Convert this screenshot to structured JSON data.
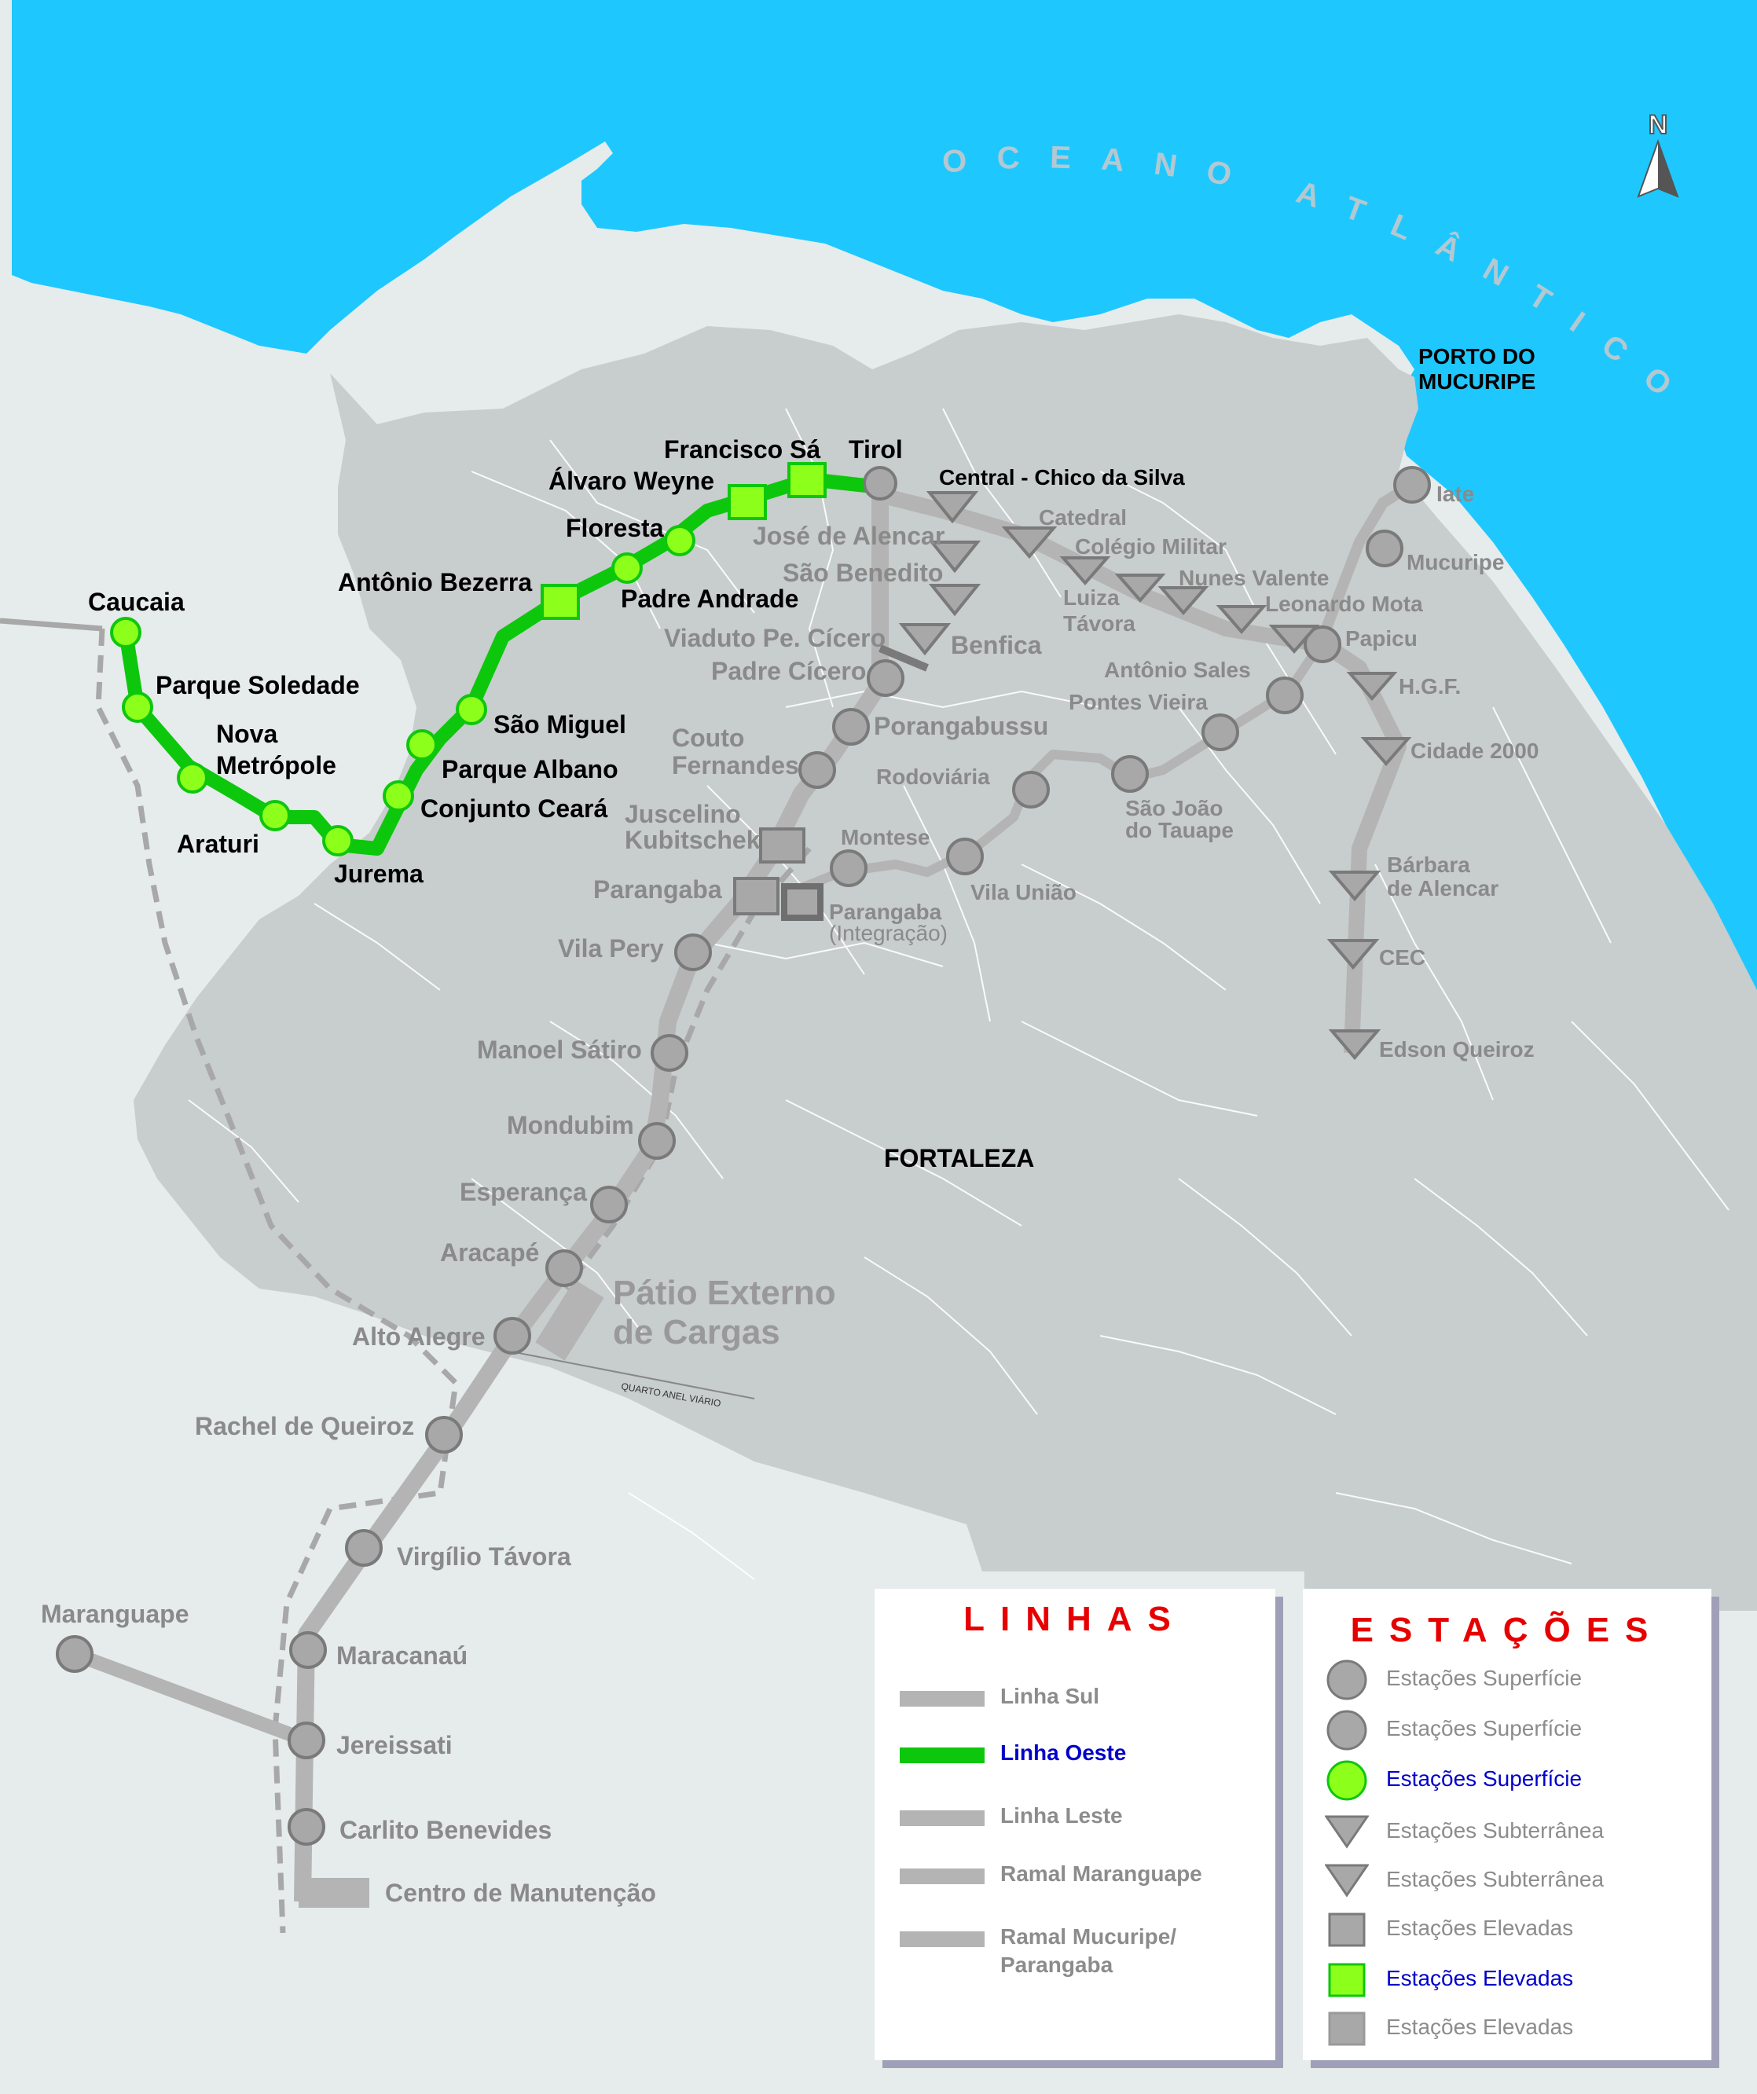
{
  "ocean_label": "OCEANO ATLÂNTICO",
  "north_label": "N",
  "city_label": "FORTALEZA",
  "port_label_1": "PORTO DO",
  "port_label_2": "MUCURIPE",
  "yard_label_1": "Pátio Externo",
  "yard_label_2": "de Cargas",
  "ring_road_label": "QUARTO ANEL VIÁRIO",
  "central_label": "Central - Chico da Silva",
  "colors": {
    "ocean": "#1ec8ff",
    "land": "#e6ebeb",
    "city": "#c8cdcd",
    "line_gray": "#b4b4b4",
    "line_green": "#0dc70d",
    "station_green": "#8cff1a",
    "station_gray": "#a8a8a8",
    "legend_title": "#e60000",
    "legend_blue": "#0000cc"
  },
  "stations": {
    "west": [
      "Caucaia",
      "Parque Soledade",
      "Nova",
      "Metrópole",
      "Araturi",
      "Jurema",
      "Conjunto Ceará",
      "Parque Albano",
      "São Miguel",
      "Antônio Bezerra",
      "Padre Andrade",
      "Floresta",
      "Álvaro Weyne",
      "Francisco Sá",
      "Tirol"
    ],
    "south": [
      "José de Alencar",
      "São Benedito",
      "Benfica",
      "Viaduto Pe. Cícero",
      "Padre Cícero",
      "Porangabussu",
      "Couto",
      "Fernandes",
      "Juscelino",
      "Kubitschek",
      "Parangaba",
      "Vila Pery",
      "Manoel Sátiro",
      "Mondubim",
      "Esperança",
      "Aracapé",
      "Alto Alegre",
      "Rachel de Queiroz",
      "Virgílio Távora",
      "Maracanaú",
      "Maranguape",
      "Jereissati",
      "Carlito Benevides",
      "Centro de Manutenção"
    ],
    "east": [
      "Catedral",
      "Colégio Militar",
      "Luiza",
      "Távora",
      "Nunes Valente",
      "Leonardo Mota",
      "Papicu",
      "H.G.F.",
      "Cidade 2000",
      "Bárbara",
      "de Alencar",
      "CEC",
      "Edson Queiroz"
    ],
    "mucuripe": [
      "Iate",
      "Mucuripe",
      "Antônio Sales",
      "Pontes Vieira",
      "São João",
      "do Tauape",
      "Rodoviária",
      "Vila União",
      "Montese",
      "Parangaba",
      "(Integração)"
    ]
  },
  "legend_lines": {
    "title": "LINHAS",
    "items": [
      {
        "label": "Linha Sul",
        "color": "#b4b4b4"
      },
      {
        "label": "Linha Oeste",
        "color": "#0dc70d"
      },
      {
        "label": "Linha Leste",
        "color": "#b4b4b4"
      },
      {
        "label": "Ramal Maranguape",
        "color": "#b4b4b4"
      },
      {
        "label": "Ramal Mucuripe/",
        "label2": "Parangaba",
        "color": "#b4b4b4"
      }
    ]
  },
  "legend_stations": {
    "title": "ESTAÇÕES",
    "items": [
      {
        "label": "Estações Superfície",
        "icon": "circle-gray"
      },
      {
        "label": "Estações Superfície",
        "icon": "circle-gray"
      },
      {
        "label": "Estações Superfície",
        "icon": "circle-green"
      },
      {
        "label": "Estações Subterrânea",
        "icon": "triangle-gray"
      },
      {
        "label": "Estações Subterrânea",
        "icon": "triangle-gray"
      },
      {
        "label": "Estações Elevadas",
        "icon": "square-gray"
      },
      {
        "label": "Estações Elevadas",
        "icon": "square-green"
      },
      {
        "label": "Estações Elevadas",
        "icon": "square-gray"
      }
    ]
  }
}
